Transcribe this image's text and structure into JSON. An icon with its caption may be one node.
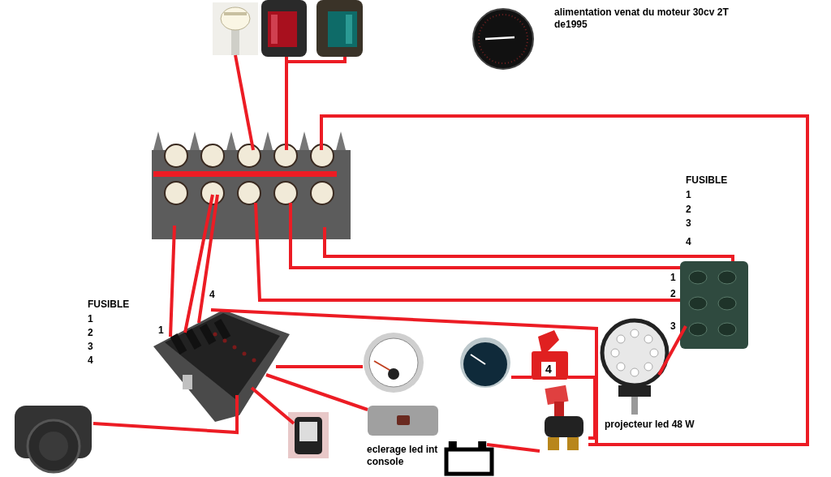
{
  "diagram": {
    "nodes": [
      {
        "text": [],
        "shape": "picture"
      },
      {
        "text": [],
        "shape": "picture"
      },
      {
        "text": [],
        "shape": "picture"
      },
      {
        "text": [],
        "shape": "picture"
      },
      {
        "text": [],
        "shape": "picture"
      },
      {
        "text": [],
        "shape": "picture"
      },
      {
        "text": [],
        "shape": "picture"
      },
      {
        "text": [],
        "shape": "picture"
      },
      {
        "text": [],
        "shape": "picture"
      },
      {
        "text": [],
        "shape": "picture",
        "beside": [
          "eclerage led int console"
        ]
      },
      {
        "text": [],
        "shape": "picture"
      },
      {
        "text": [],
        "shape": "picture"
      },
      {
        "text": [
          "4"
        ]
      },
      {
        "text": [],
        "shape": "picture",
        "beside": [
          "projecteur led 48 W"
        ]
      },
      {
        "text": [],
        "shape": "picture"
      },
      {
        "text": [],
        "shape": "box"
      }
    ],
    "edges": [
      {
        "from": 0,
        "to": 4,
        "arrow": "none"
      },
      {
        "from": 1,
        "to": 4,
        "arrow": "none"
      },
      {
        "from": 2,
        "to": 4,
        "arrow": "none"
      },
      {
        "from": 4,
        "to": 14,
        "arrow": "none"
      },
      {
        "from": 4,
        "to": 6,
        "arrow": "none"
      },
      {
        "from": 4,
        "to": 6,
        "arrow": "none"
      },
      {
        "from": 4,
        "to": 6,
        "arrow": "none"
      },
      {
        "from": 6,
        "to": 13,
        "arrow": "none"
      },
      {
        "from": 4,
        "to": 5,
        "arrow": "none"
      },
      {
        "from": 4,
        "to": 5,
        "arrow": "none"
      },
      {
        "from": 4,
        "to": 5,
        "arrow": "none"
      },
      {
        "from": 5,
        "to": 14,
        "arrow": "none"
      },
      {
        "from": 11,
        "to": 12,
        "arrow": "none"
      },
      {
        "from": 12,
        "to": 14,
        "arrow": "none"
      },
      {
        "from": 15,
        "to": 14,
        "arrow": "none"
      },
      {
        "from": 5,
        "to": 10,
        "arrow": "none"
      },
      {
        "from": 5,
        "to": 9,
        "arrow": "none"
      },
      {
        "from": 5,
        "to": 8,
        "arrow": "none"
      },
      {
        "from": 5,
        "to": 7,
        "arrow": "none"
      }
    ],
    "labels": [
      "alimentation venat du moteur 30cv 2T de1995",
      "FUSIBLE",
      "1",
      "2",
      "3",
      "4",
      "1",
      "2",
      "3",
      "FUSIBLE",
      "1",
      "2",
      "3",
      "4",
      "4",
      "1"
    ]
  }
}
